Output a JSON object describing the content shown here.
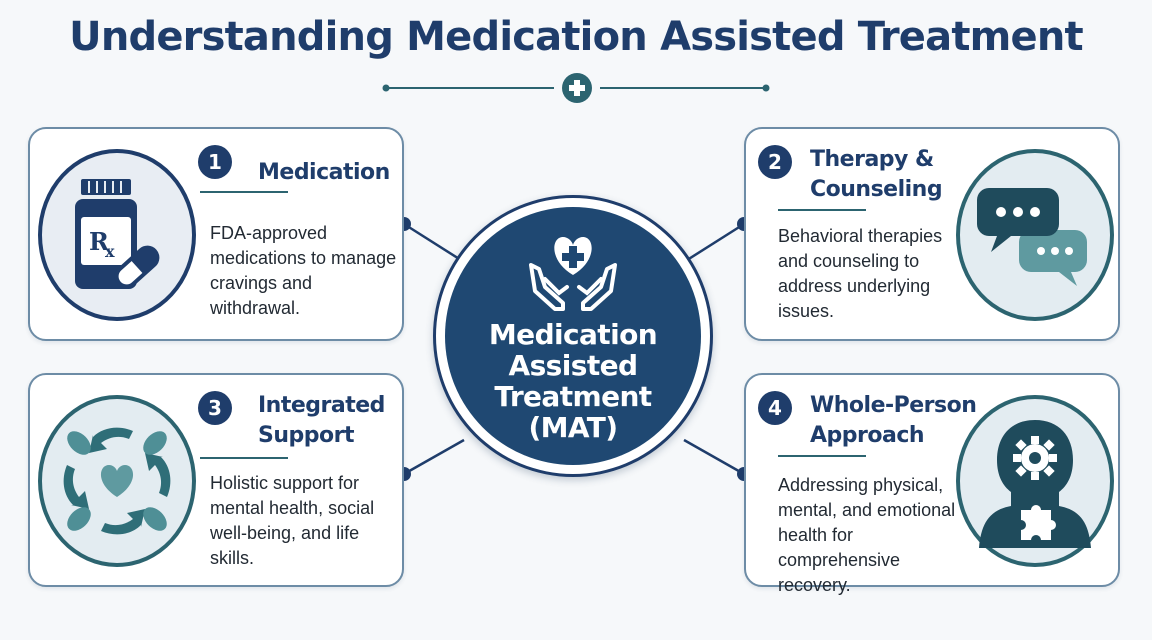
{
  "title": "Understanding Medication Assisted Treatment",
  "center": {
    "label": "Medication\nAssisted\nTreatment\n(MAT)",
    "icon": "heart-hands-icon"
  },
  "cards": [
    {
      "number": "1",
      "title": "Medication",
      "description": "FDA-approved medications to manage cravings and withdrawal.",
      "icon": "prescription-bottle-icon"
    },
    {
      "number": "2",
      "title": "Therapy &\nCounseling",
      "description": "Behavioral therapies and counseling to address underlying issues.",
      "icon": "speech-bubbles-icon"
    },
    {
      "number": "3",
      "title": "Integrated\nSupport",
      "description": "Holistic support for mental health, social well-being, and life skills.",
      "icon": "supporting-hands-icon"
    },
    {
      "number": "4",
      "title": "Whole-Person\nApproach",
      "description": "Addressing physical, mental, and emotional health for comprehensive recovery.",
      "icon": "head-gear-puzzle-icon"
    }
  ],
  "colors": {
    "navy": "#1f3d6b",
    "teal": "#2c6470",
    "light_teal": "#5f9aa0",
    "card_border": "#6d8ca6"
  }
}
